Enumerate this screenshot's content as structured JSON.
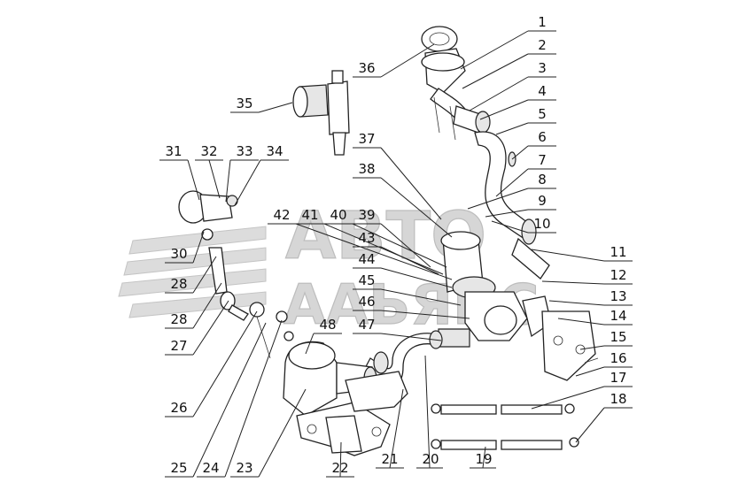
{
  "watermark": {
    "line1": "АВТО",
    "line2": "ААЬЯНС"
  },
  "callouts": [
    "1",
    "2",
    "3",
    "4",
    "5",
    "6",
    "7",
    "8",
    "9",
    "10",
    "11",
    "12",
    "13",
    "14",
    "15",
    "16",
    "17",
    "18",
    "19",
    "20",
    "21",
    "22",
    "23",
    "24",
    "25",
    "26",
    "27",
    "28",
    "28",
    "30",
    "31",
    "32",
    "33",
    "34",
    "35",
    "36",
    "37",
    "38",
    "39",
    "40",
    "41",
    "42",
    "43",
    "44",
    "45",
    "46",
    "47",
    "48"
  ]
}
